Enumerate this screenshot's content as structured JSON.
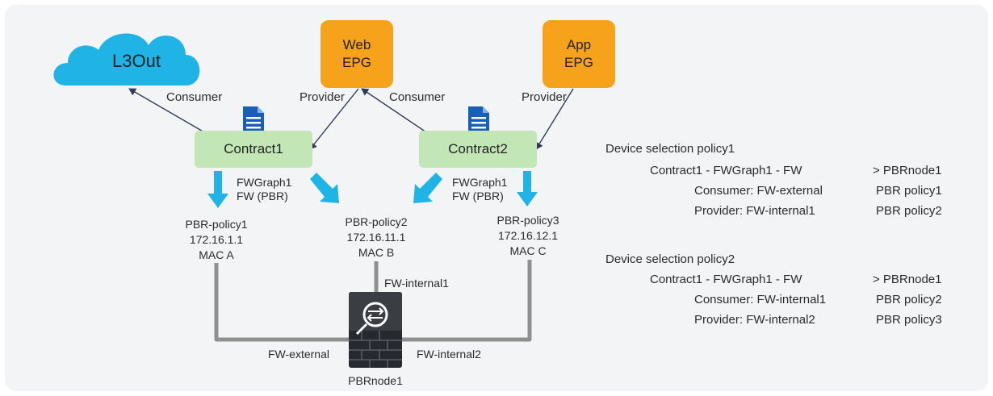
{
  "l3out": {
    "label": "L3Out"
  },
  "web_epg": {
    "line1": "Web",
    "line2": "EPG"
  },
  "app_epg": {
    "line1": "App",
    "line2": "EPG"
  },
  "contract1": {
    "label": "Contract1"
  },
  "contract2": {
    "label": "Contract2"
  },
  "edge_labels": {
    "consumer1": "Consumer",
    "provider1": "Provider",
    "consumer2": "Consumer",
    "provider2": "Provider"
  },
  "graph1": {
    "line1": "FWGraph1",
    "line2": "FW (PBR)"
  },
  "graph2": {
    "line1": "FWGraph1",
    "line2": "FW (PBR)"
  },
  "pbr_policy1": {
    "name": "PBR-policy1",
    "ip": "172.16.1.1",
    "mac": "MAC A"
  },
  "pbr_policy2": {
    "name": "PBR-policy2",
    "ip": "172.16.11.1",
    "mac": "MAC B"
  },
  "pbr_policy3": {
    "name": "PBR-policy3",
    "ip": "172.16.12.1",
    "mac": "MAC C"
  },
  "interfaces": {
    "internal1": "FW-internal1",
    "external": "FW-external",
    "internal2": "FW-internal2"
  },
  "node": {
    "label": "PBRnode1"
  },
  "colors": {
    "epg": "#f7a21b",
    "contract": "#c3e6b6",
    "arrow": "#1fb3e6",
    "cloud": "#1fb3e6",
    "line": "#8a8a8a"
  },
  "policies": {
    "p1": {
      "title": "Device selection policy1",
      "rule": "Contract1 - FWGraph1 - FW",
      "rule_target": "> PBRnode1",
      "consumer": "Consumer: FW-external",
      "consumer_target": "PBR policy1",
      "provider": "Provider: FW-internal1",
      "provider_target": "PBR policy2"
    },
    "p2": {
      "title": "Device selection policy2",
      "rule": "Contract1 - FWGraph1 - FW",
      "rule_target": "> PBRnode1",
      "consumer": "Consumer: FW-internal1",
      "consumer_target": "PBR policy2",
      "provider": "Provider: FW-internal2",
      "provider_target": "PBR policy3"
    }
  }
}
